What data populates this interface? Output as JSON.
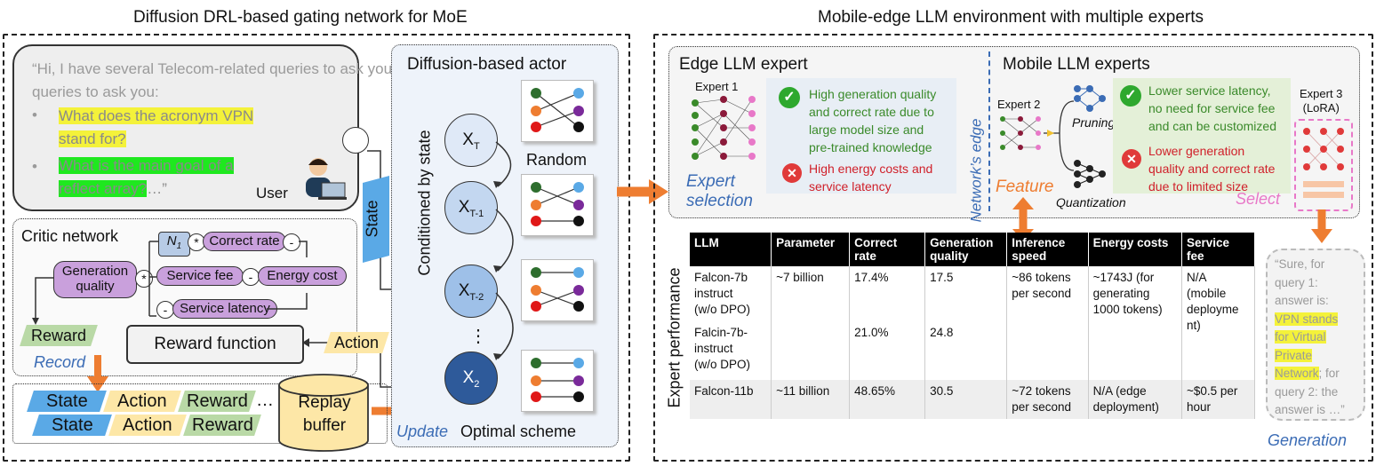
{
  "left_title": "Diffusion DRL-based gating network for MoE",
  "right_title": "Mobile-edge LLM environment with multiple experts",
  "user_query": {
    "intro": "“Hi, I have several Telecom-related queries to ask you:",
    "q1a": "What does the acronym VPN",
    "q1b": "stand for?",
    "q2a": "What is the main goal of a",
    "q2b": "reflect array?",
    "q2c": "…”",
    "bullet": "•",
    "user_label": "User"
  },
  "critic": {
    "title": "Critic network",
    "n1": "N",
    "n1_sub": "1",
    "correct_rate": "Correct rate",
    "generation_quality_a": "Generation",
    "generation_quality_b": "quality",
    "service_fee": "Service fee",
    "energy_cost": "Energy cost",
    "service_latency": "Service latency",
    "star": "*",
    "minus": "-",
    "reward": "Reward",
    "reward_function": "Reward function",
    "action": "Action",
    "record": "Record"
  },
  "buffer": {
    "row1": [
      "State",
      "Action",
      "Reward"
    ],
    "row2": [
      "State",
      "Action",
      "Reward"
    ],
    "ellipsis": "…",
    "replay_a": "Replay",
    "replay_b": "buffer"
  },
  "state_label": "State",
  "conditioned": "Conditioned by state",
  "actor": {
    "title": "Diffusion-based actor",
    "random": "Random",
    "nodes": [
      "X",
      "X",
      "X",
      "X"
    ],
    "subs": [
      "T",
      "T-1",
      "T-2",
      "2"
    ],
    "dots": "⋮",
    "update": "Update",
    "optimal": "Optimal scheme"
  },
  "edge": {
    "title": "Edge LLM expert",
    "expert1": "Expert 1",
    "pro": [
      "High generation quality",
      "and correct rate due to",
      "large model size and",
      "pre-trained knowledge"
    ],
    "con": [
      "High energy costs and",
      "service latency"
    ],
    "selection_a": "Expert",
    "selection_b": "selection",
    "networks_edge": "Network’s edge"
  },
  "mobile": {
    "title": "Mobile LLM experts",
    "expert2": "Expert 2",
    "pruning": "Pruning",
    "quantization": "Quantization",
    "feature": "Feature",
    "pro": [
      "Lower service latency,",
      "no need for service fee",
      "and can be customized"
    ],
    "con": [
      "Lower generation",
      "quality and correct rate",
      "due to limited size"
    ],
    "expert3_a": "Expert 3",
    "expert3_b": "(LoRA)",
    "select": "Select"
  },
  "perf_label": "Expert performance",
  "table": {
    "headers": [
      [
        "LLM"
      ],
      [
        "Parameter"
      ],
      [
        "Correct",
        "rate"
      ],
      [
        "Generation",
        "quality"
      ],
      [
        "Inference",
        "speed"
      ],
      [
        "Energy costs"
      ],
      [
        "Service",
        "fee"
      ]
    ],
    "rows": [
      [
        [
          "Falcon-7b",
          "instruct",
          "(w/o DPO)"
        ],
        [
          "~7 billion"
        ],
        [
          "17.4%"
        ],
        [
          "17.5"
        ],
        [
          "~86 tokens",
          "per second"
        ],
        [
          "~1743J (for",
          "generating",
          "1000 tokens)"
        ],
        [
          "N/A",
          "(mobile",
          "deployme",
          "nt)"
        ]
      ],
      [
        [
          "Falcin-7b-",
          "instruct",
          "(w/o DPO)"
        ],
        [],
        [
          "21.0%"
        ],
        [
          "24.8"
        ],
        [],
        [],
        []
      ],
      [
        [
          "Falcon-11b"
        ],
        [
          "~11 billion"
        ],
        [
          "48.65%"
        ],
        [
          "30.5"
        ],
        [
          "~72 tokens",
          "per second"
        ],
        [
          "N/A (edge",
          "deployment)"
        ],
        [
          "~$0.5 per",
          "hour"
        ]
      ]
    ]
  },
  "generation_bubble": {
    "lines": [
      "“Sure, for",
      "query 1:",
      "answer is:"
    ],
    "hl": [
      "VPN stands",
      "for Virtual",
      "Private",
      "Network"
    ],
    "tail": [
      "; for",
      "query 2: the",
      "answer is …”"
    ],
    "label": "Generation"
  },
  "colors": {
    "yellow": "#f4f23a",
    "green_hl": "#1fe81f",
    "purple": "#c9a0dc",
    "orange": "#ee7d31",
    "blue_state": "#5aa9e6",
    "action_yellow": "#fde7a7",
    "reward_green": "#b9d9a6"
  }
}
